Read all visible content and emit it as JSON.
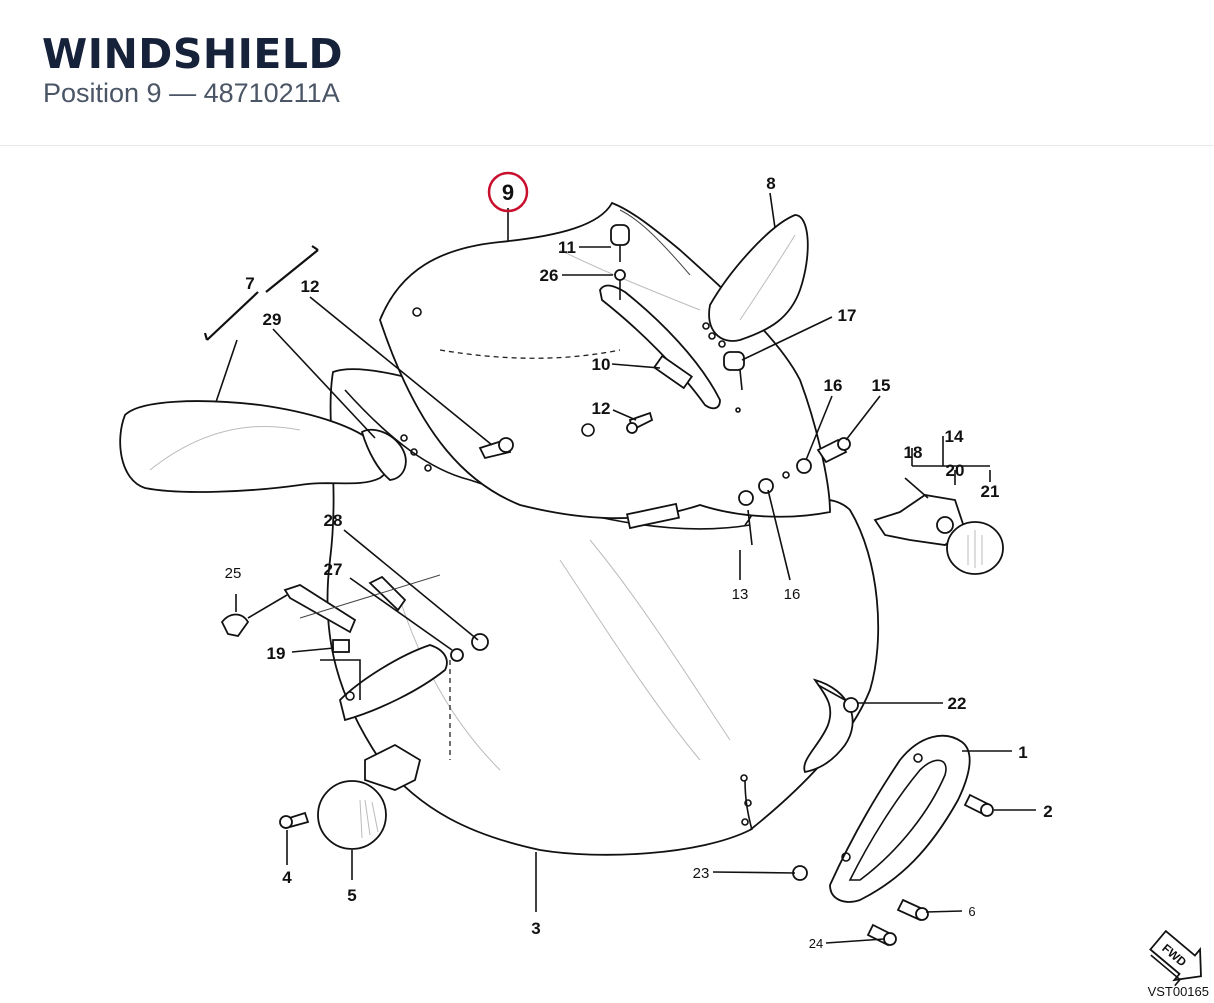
{
  "header": {
    "title": "WINDSHIELD",
    "subtitle": "Position 9 — 48710211A"
  },
  "diagram": {
    "selected_callout": "9",
    "callouts": [
      {
        "id": "c1",
        "label": "1"
      },
      {
        "id": "c2",
        "label": "2"
      },
      {
        "id": "c3",
        "label": "3"
      },
      {
        "id": "c4",
        "label": "4"
      },
      {
        "id": "c5",
        "label": "5"
      },
      {
        "id": "c6",
        "label": "6"
      },
      {
        "id": "c7",
        "label": "7"
      },
      {
        "id": "c8",
        "label": "8"
      },
      {
        "id": "c10",
        "label": "10"
      },
      {
        "id": "c11",
        "label": "11"
      },
      {
        "id": "c12a",
        "label": "12"
      },
      {
        "id": "c12b",
        "label": "12"
      },
      {
        "id": "c13",
        "label": "13"
      },
      {
        "id": "c14",
        "label": "14"
      },
      {
        "id": "c15",
        "label": "15"
      },
      {
        "id": "c16a",
        "label": "16"
      },
      {
        "id": "c16b",
        "label": "16"
      },
      {
        "id": "c17",
        "label": "17"
      },
      {
        "id": "c18",
        "label": "18"
      },
      {
        "id": "c19",
        "label": "19"
      },
      {
        "id": "c20",
        "label": "20"
      },
      {
        "id": "c21",
        "label": "21"
      },
      {
        "id": "c22",
        "label": "22"
      },
      {
        "id": "c23",
        "label": "23"
      },
      {
        "id": "c24",
        "label": "24"
      },
      {
        "id": "c25",
        "label": "25"
      },
      {
        "id": "c26",
        "label": "26"
      },
      {
        "id": "c27",
        "label": "27"
      },
      {
        "id": "c28",
        "label": "28"
      },
      {
        "id": "c29",
        "label": "29"
      }
    ],
    "fwd_label": "FWD",
    "reference_code": "VST00165"
  }
}
